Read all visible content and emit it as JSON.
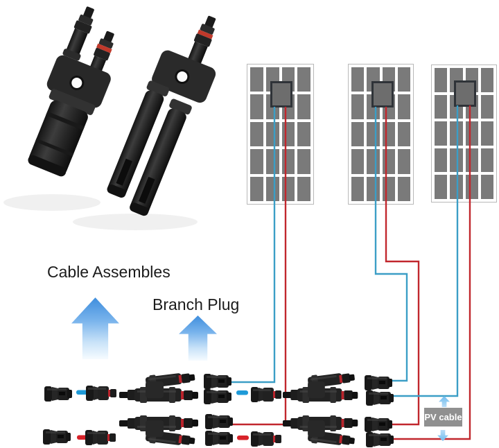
{
  "labels": {
    "cable_assembles": "Cable Assembles",
    "branch_plug": "Branch Plug",
    "pv_cable": "PV cable"
  },
  "colors": {
    "negative_wire": "#3b9ec6",
    "positive_wire": "#c1272d",
    "negative_dash": "#1e9ad8",
    "positive_dash": "#d8232a",
    "arrow_blue": "#3f8edd",
    "pv_label_bg": "#909090",
    "panel_cell": "#7a7a7a",
    "junction_box": "#6d6d6d",
    "connector_body": "#1f1f1f"
  },
  "product_photo": {
    "items": [
      "y-branch-connector-2-to-1",
      "y-branch-connector-1-to-2"
    ]
  },
  "panels": {
    "count": 3,
    "columns": 4,
    "rows": 5,
    "items": [
      {
        "name": "solar-panel-1",
        "negative_wire": "blue",
        "positive_wire": "red"
      },
      {
        "name": "solar-panel-2",
        "negative_wire": "blue",
        "positive_wire": "red"
      },
      {
        "name": "solar-panel-3",
        "negative_wire": "blue",
        "positive_wire": "red"
      }
    ]
  },
  "wiring": {
    "wires": [
      {
        "name": "panel1-negative",
        "color_key": "negative_wire"
      },
      {
        "name": "panel1-positive",
        "color_key": "positive_wire"
      },
      {
        "name": "panel2-negative",
        "color_key": "negative_wire"
      },
      {
        "name": "panel2-positive",
        "color_key": "positive_wire"
      },
      {
        "name": "panel3-negative",
        "color_key": "negative_wire"
      },
      {
        "name": "panel3-positive",
        "color_key": "positive_wire"
      }
    ]
  }
}
